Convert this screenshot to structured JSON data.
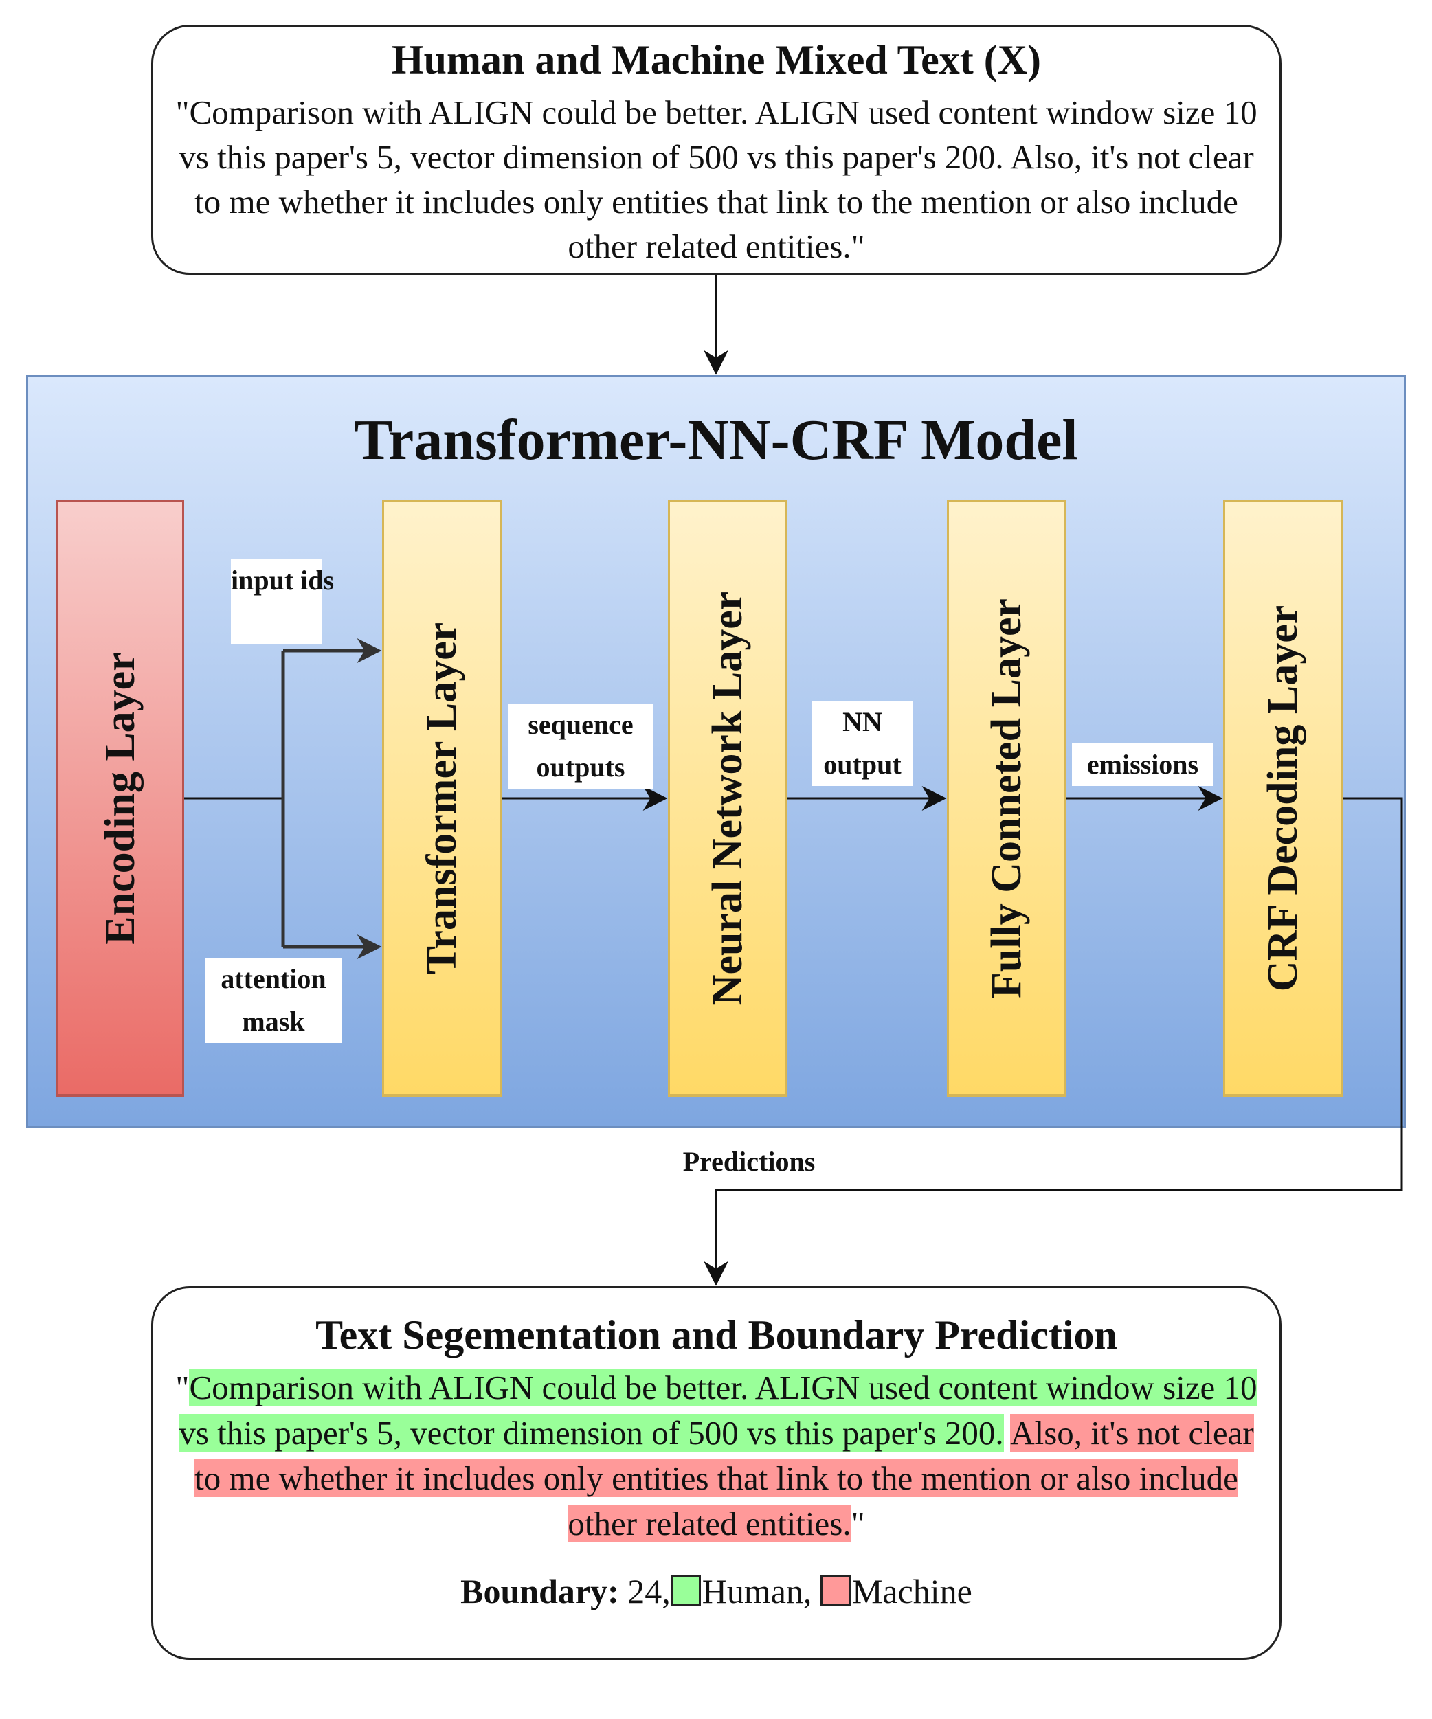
{
  "input": {
    "title": "Human and Machine Mixed Text (X)",
    "text": "\"Comparison with ALIGN could be better. ALIGN used content window size 10 vs this paper's 5, vector dimension of 500 vs this paper's 200. Also, it's not clear to me whether it includes only entities that link to the mention or also include other related entities.\""
  },
  "model": {
    "title": "Transformer-NN-CRF Model",
    "layers": {
      "encoding": "Encoding Layer",
      "transformer": "Transformer Layer",
      "neural_network": "Neural Network Layer",
      "fully_connected": "Fully Conneted Layer",
      "crf": "CRF Decoding Layer"
    },
    "edge_labels": {
      "input_ids": "input ids",
      "attention_mask": "attention mask",
      "sequence_outputs": "sequence outputs",
      "nn_output": "NN output",
      "emissions": "emissions",
      "predictions": "Predictions"
    }
  },
  "output": {
    "title": "Text Segementation and Boundary Prediction",
    "open_quote": "\"",
    "close_quote": "\"",
    "human_text": "Comparison with ALIGN could be better. ALIGN used content window size 10 vs this paper's 5, vector dimension of 500 vs this paper's 200.",
    "machine_text": "Also, it's not clear to me whether it includes only entities that link to the mention or also include other related entities.",
    "boundary_label": "Boundary:",
    "boundary_value": "24,",
    "legend_human": "Human,",
    "legend_machine": "Machine"
  },
  "colors": {
    "human_highlight": "#99ff99",
    "machine_highlight": "#ff9999",
    "panel_gradient": [
      "#dae8fc",
      "#7ea6e0"
    ],
    "layer_gradient": [
      "#fff2cc",
      "#ffd966"
    ],
    "encoding_gradient": [
      "#f8cecc",
      "#ea6b66"
    ]
  }
}
